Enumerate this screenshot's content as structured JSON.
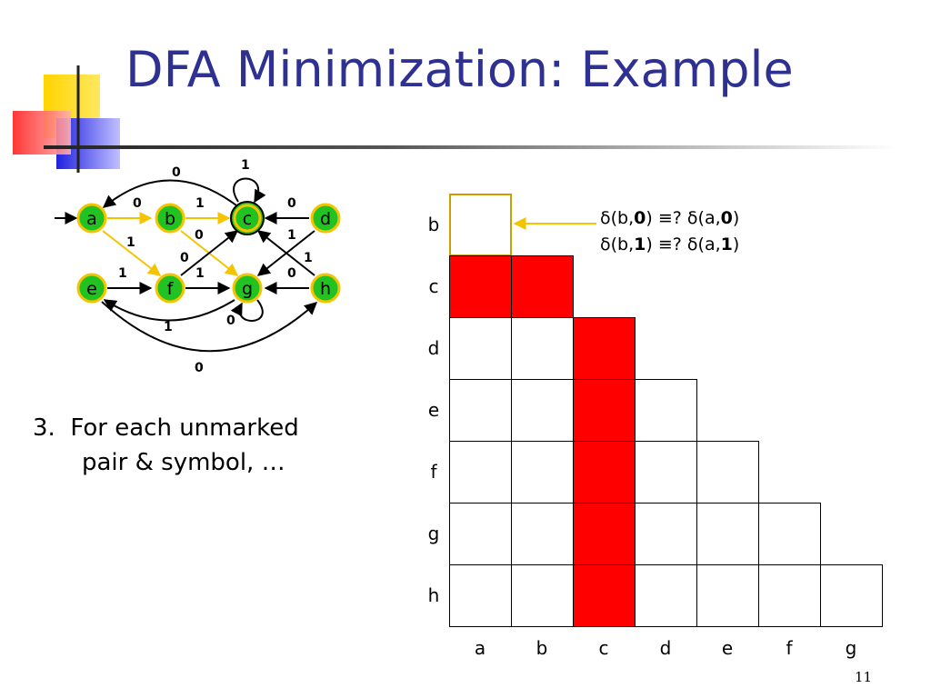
{
  "slide": {
    "title": "DFA Minimization: Example",
    "step_number": "3.",
    "step_line1": "For each unmarked",
    "step_line2": "pair & symbol, …",
    "slide_number": "11"
  },
  "automaton": {
    "states": [
      "a",
      "b",
      "c",
      "d",
      "e",
      "f",
      "g",
      "h"
    ],
    "start_state": "a",
    "accepting_states": [
      "c"
    ],
    "transitions": [
      {
        "from": "a",
        "symbol": "0",
        "to": "b"
      },
      {
        "from": "a",
        "symbol": "1",
        "to": "f"
      },
      {
        "from": "b",
        "symbol": "0",
        "to": "g"
      },
      {
        "from": "b",
        "symbol": "1",
        "to": "c"
      },
      {
        "from": "c",
        "symbol": "0",
        "to": "a"
      },
      {
        "from": "c",
        "symbol": "1",
        "to": "c"
      },
      {
        "from": "d",
        "symbol": "0",
        "to": "c"
      },
      {
        "from": "d",
        "symbol": "1",
        "to": "g"
      },
      {
        "from": "e",
        "symbol": "0",
        "to": "h"
      },
      {
        "from": "e",
        "symbol": "1",
        "to": "f"
      },
      {
        "from": "f",
        "symbol": "0",
        "to": "c"
      },
      {
        "from": "f",
        "symbol": "1",
        "to": "g"
      },
      {
        "from": "g",
        "symbol": "0",
        "to": "g"
      },
      {
        "from": "g",
        "symbol": "1",
        "to": "e"
      },
      {
        "from": "h",
        "symbol": "0",
        "to": "g"
      },
      {
        "from": "h",
        "symbol": "1",
        "to": "c"
      }
    ],
    "highlighted_transitions": [
      "a-0-b",
      "a-1-f",
      "b-1-c",
      "b-0-g"
    ]
  },
  "table": {
    "row_labels": [
      "b",
      "c",
      "d",
      "e",
      "f",
      "g",
      "h"
    ],
    "col_labels": [
      "a",
      "b",
      "c",
      "d",
      "e",
      "f",
      "g"
    ],
    "marked_pairs": [
      "c-a",
      "c-b",
      "d-c",
      "e-c",
      "f-c",
      "g-c",
      "h-c"
    ],
    "highlighted_pair": "b-a",
    "marked_color": "#ff0000"
  },
  "annotation": {
    "line1": {
      "state": "b",
      "symbol": "0",
      "other_state": "a"
    },
    "line2": {
      "state": "b",
      "symbol": "1",
      "other_state": "a"
    },
    "delta_symbol": "δ",
    "equiv_symbol": "≡?"
  },
  "colors": {
    "title": "#2E3192",
    "node_fill": "#22c222",
    "node_stroke": "#f5c400",
    "highlight_edge": "#f5c400"
  }
}
